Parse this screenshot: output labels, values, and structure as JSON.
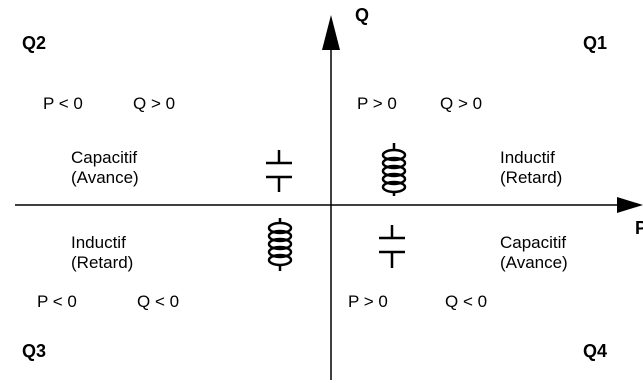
{
  "axes": {
    "x_label": "P",
    "y_label": "Q"
  },
  "quadrants": {
    "q1": {
      "label": "Q1",
      "p_condition": "P > 0",
      "q_condition": "Q > 0",
      "type_line1": "Inductif",
      "type_line2": "(Retard)",
      "component": "inductor-icon"
    },
    "q2": {
      "label": "Q2",
      "p_condition": "P < 0",
      "q_condition": "Q > 0",
      "type_line1": "Capacitif",
      "type_line2": "(Avance)",
      "component": "capacitor-icon"
    },
    "q3": {
      "label": "Q3",
      "p_condition": "P < 0",
      "q_condition": "Q < 0",
      "type_line1": "Inductif",
      "type_line2": "(Retard)",
      "component": "inductor-icon"
    },
    "q4": {
      "label": "Q4",
      "p_condition": "P > 0",
      "q_condition": "Q < 0",
      "type_line1": "Capacitif",
      "type_line2": "(Avance)",
      "component": "capacitor-icon"
    }
  },
  "colors": {
    "ink": "#000000",
    "background": "#ffffff"
  }
}
